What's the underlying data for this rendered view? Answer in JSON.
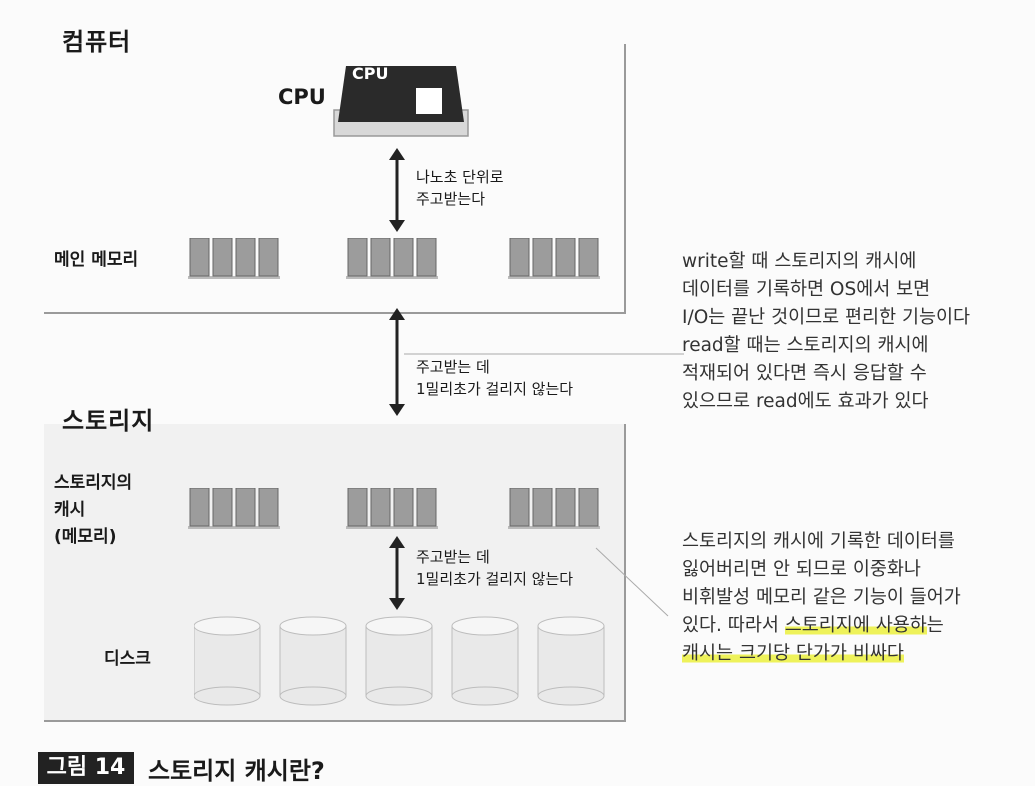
{
  "computer": {
    "title": "컴퓨터",
    "cpu_label": "CPU",
    "cpu_chip_label": "CPU",
    "main_memory_label": "메인 메모리",
    "cpu_mem_note": [
      "나노초 단위로",
      "주고받는다"
    ]
  },
  "link_note": [
    "주고받는 데",
    "1밀리초가 걸리지 않는다"
  ],
  "storage": {
    "title": "스토리지",
    "cache_label": [
      "스토리지의",
      "캐시",
      "(메모리)"
    ],
    "cache_disk_note": [
      "주고받는 데",
      "1밀리초가 걸리지 않는다"
    ],
    "disk_label": "디스크"
  },
  "side_note_1": [
    "write할 때 스토리지의 캐시에",
    "데이터를 기록하면 OS에서 보면",
    "I/O는 끝난 것이므로 편리한 기능이다",
    "read할 때는 스토리지의 캐시에",
    "적재되어 있다면 즉시 응답할 수",
    "있으므로 read에도 효과가 있다"
  ],
  "side_note_2": {
    "lines": [
      "스토리지의 캐시에 기록한 데이터를",
      "잃어버리면 안 되므로 이중화나",
      "비휘발성 메모리 같은 기능이 들어가"
    ],
    "line4_plain": "있다. 따라서 ",
    "line4_highlight": "스토리지에 사용하",
    "line4_tail": "는",
    "line5_highlight": "캐시는 크기당 단가가 비싸다"
  },
  "caption": {
    "number": "그림 14",
    "text": "스토리지 캐시란?"
  },
  "colors": {
    "highlight": "#eef25a",
    "cpu_chip": "#2a2a2a",
    "box_border": "#9a9a9a",
    "ram_chip": "#9c9c9c"
  }
}
